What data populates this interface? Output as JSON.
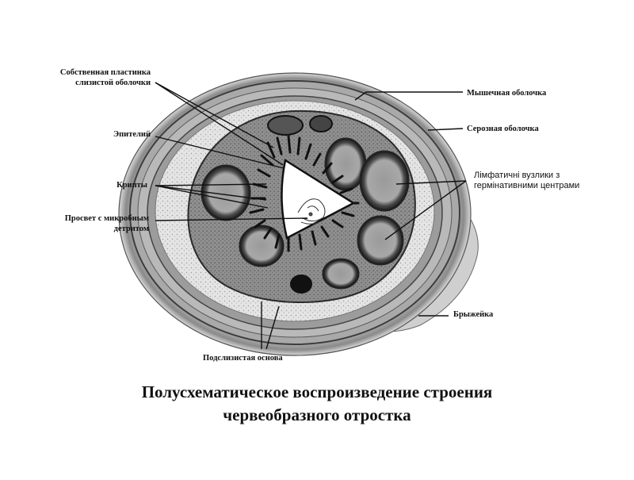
{
  "labels": {
    "lamina_propria_1": "Собственная пластинка",
    "lamina_propria_2": "слизистой оболочки",
    "epithelium": "Эпителий",
    "crypts": "Крипты",
    "lumen_1": "Просвет с микробным",
    "lumen_2": "детритом",
    "submucosa": "Подслизистая основа",
    "muscular": "Мышечная оболочка",
    "serous": "Серозная оболочка",
    "lymph_1": "Лімфатичні вузлики з",
    "lymph_2": "гермінативними центрами",
    "mesentery": "Брыжейка"
  },
  "caption": {
    "line1": "Полусхематическое воспроизведение строения",
    "line2": "червеобразного отростка"
  }
}
